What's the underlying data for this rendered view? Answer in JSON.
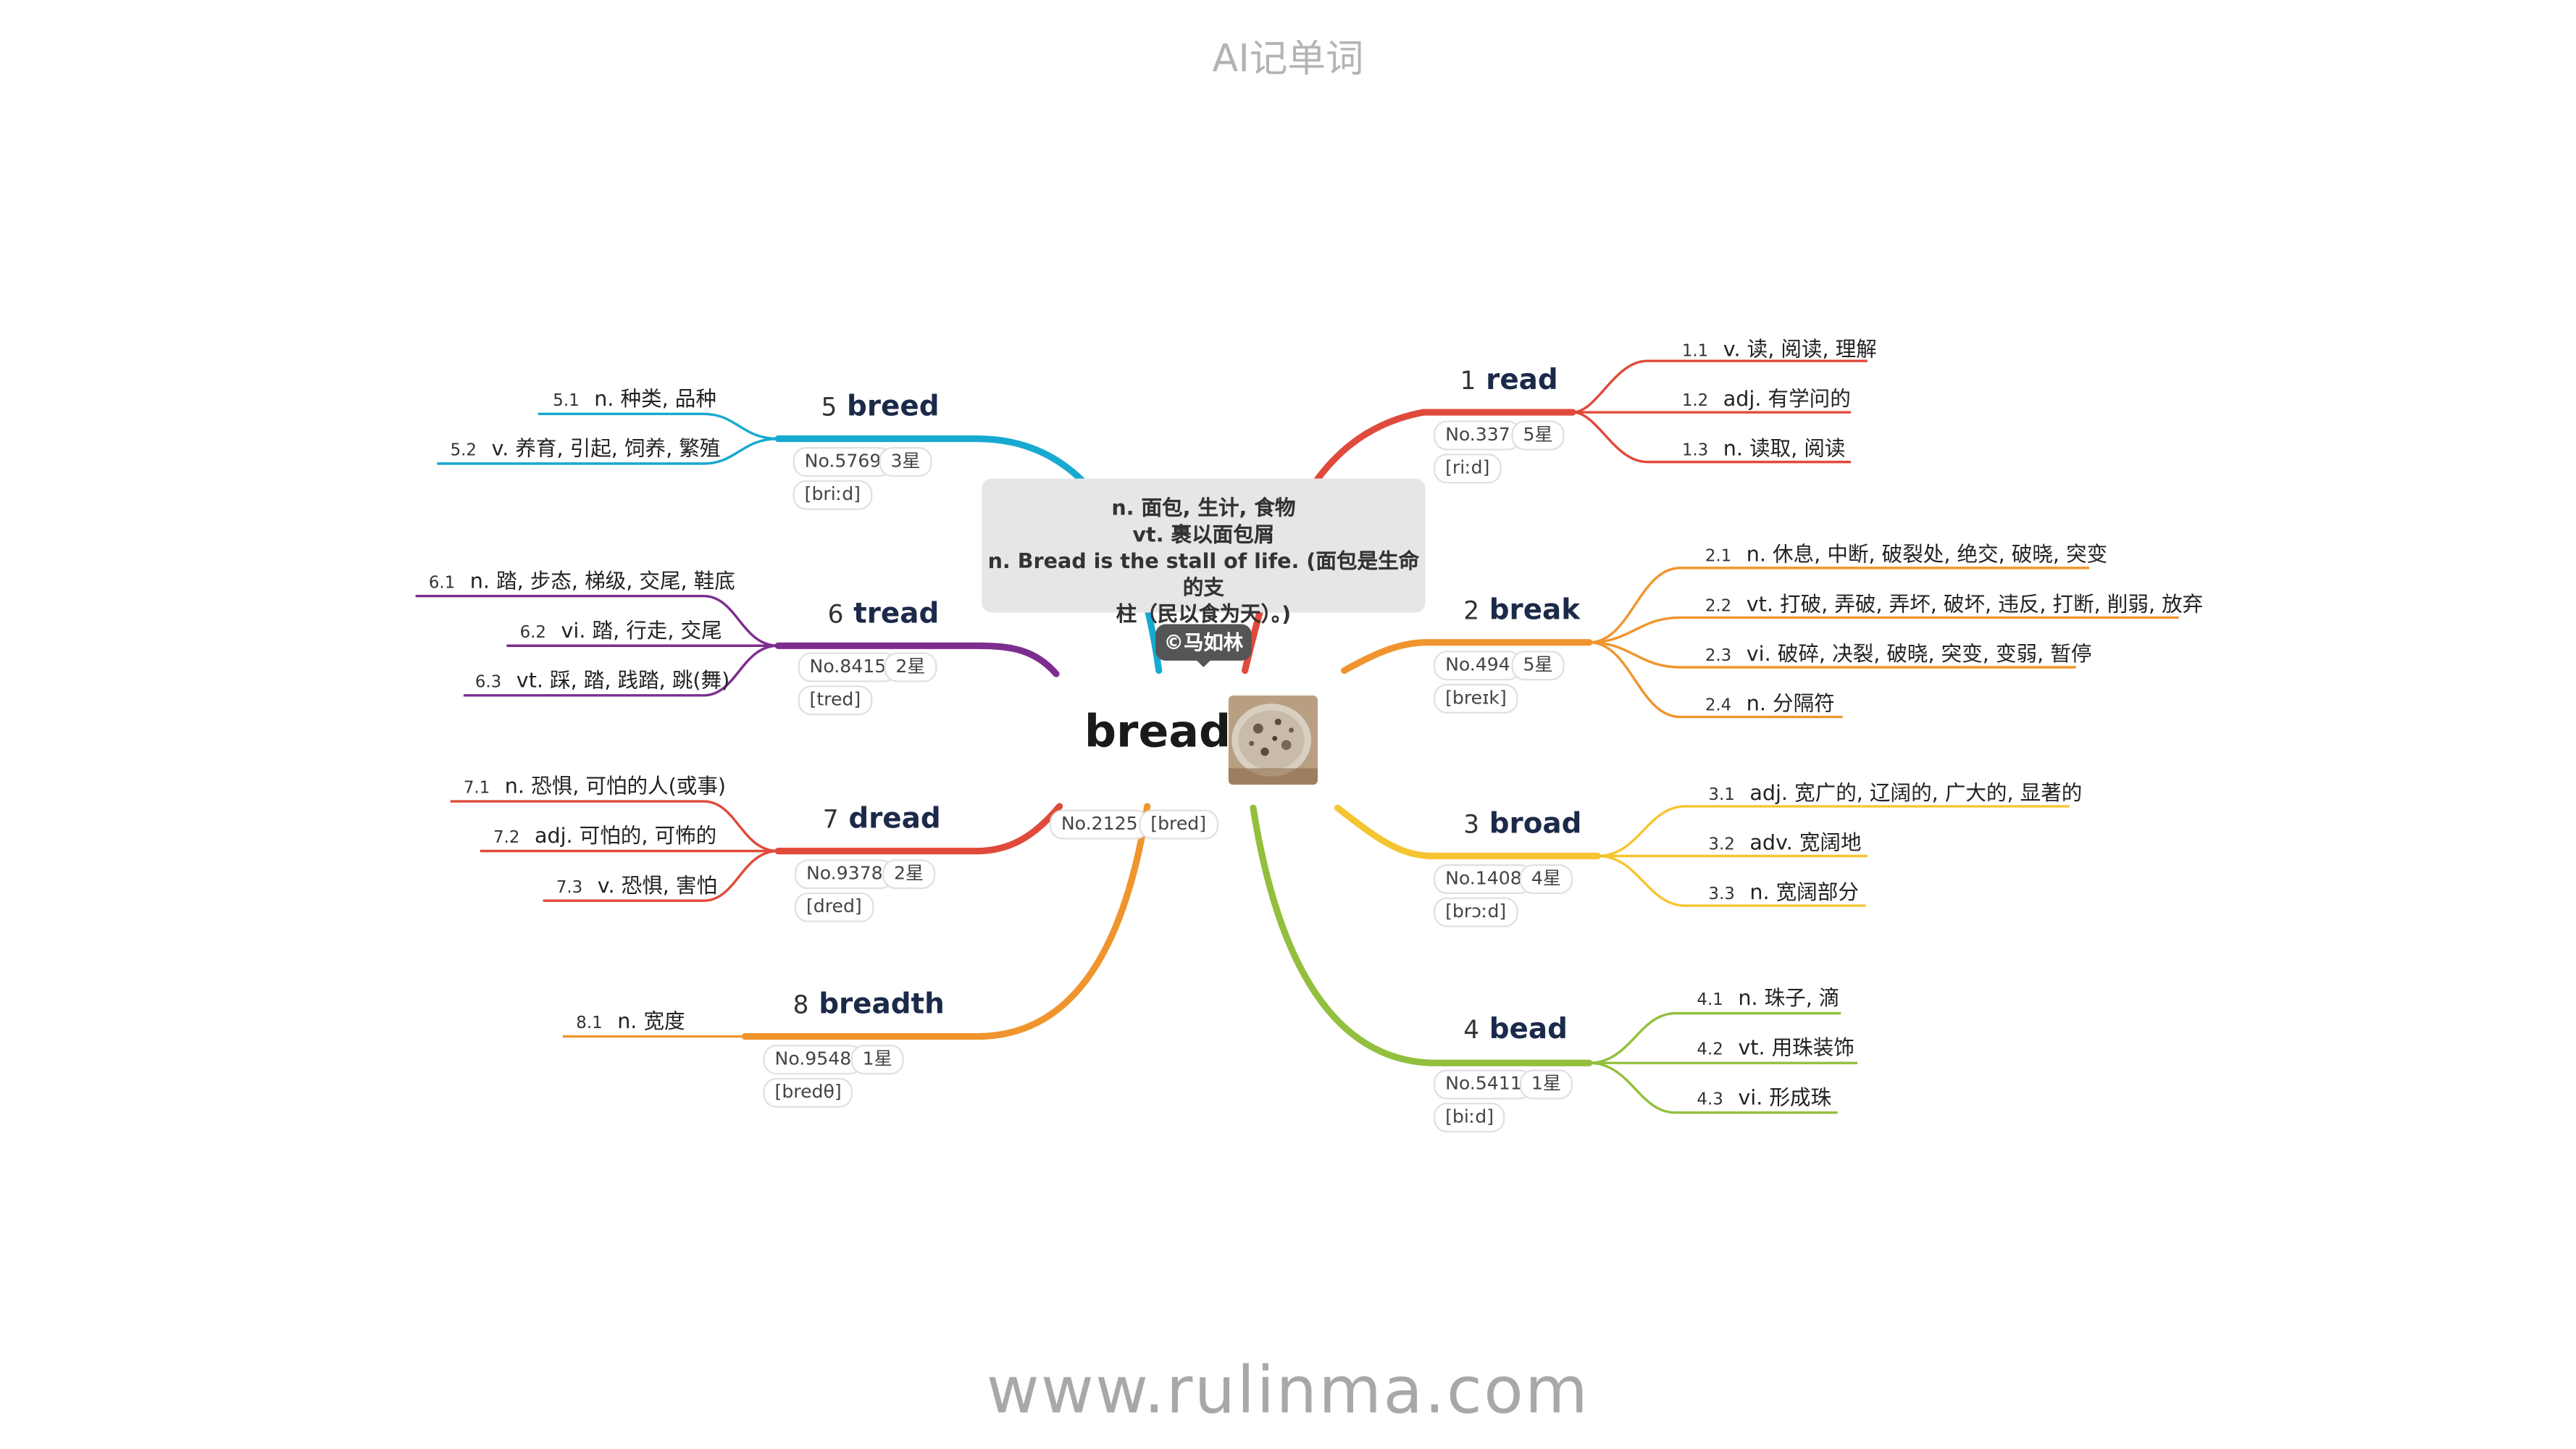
{
  "header": {
    "title": "AI记单词"
  },
  "footer": {
    "url": "www.rulinma.com"
  },
  "root": {
    "word": "bread",
    "number": "No.2125",
    "phonetic": "[bred]",
    "image_icon": "bread-photo-icon",
    "definitions": [
      "n. 面包, 生计, 食物",
      "vt. 裹以面包屑",
      "n. Bread is the stall of life. (面包是生命的支",
      "柱（民以食为天）。)"
    ],
    "author": "©马如林"
  },
  "colors": {
    "read": "#e04a3b",
    "break": "#f0952e",
    "broad": "#f5c531",
    "bead": "#93bf3e",
    "breed": "#17a9d0",
    "tread": "#7d2d8e",
    "dread": "#e04a3b",
    "breadth": "#f0952e"
  },
  "branches": [
    {
      "index": "1",
      "word": "read",
      "number": "No.337",
      "stars": "5星",
      "phonetic": "[riːd]",
      "senses": [
        {
          "n": "1.1",
          "text": "v. 读, 阅读, 理解"
        },
        {
          "n": "1.2",
          "text": "adj. 有学问的"
        },
        {
          "n": "1.3",
          "text": "n. 读取, 阅读"
        }
      ]
    },
    {
      "index": "2",
      "word": "break",
      "number": "No.494",
      "stars": "5星",
      "phonetic": "[breɪk]",
      "senses": [
        {
          "n": "2.1",
          "text": "n. 休息, 中断, 破裂处, 绝交, 破晓, 突变"
        },
        {
          "n": "2.2",
          "text": "vt. 打破, 弄破, 弄坏, 破坏, 违反, 打断, 削弱, 放弃"
        },
        {
          "n": "2.3",
          "text": "vi. 破碎, 决裂, 破晓, 突变, 变弱, 暂停"
        },
        {
          "n": "2.4",
          "text": "n. 分隔符"
        }
      ]
    },
    {
      "index": "3",
      "word": "broad",
      "number": "No.1408",
      "stars": "4星",
      "phonetic": "[brɔːd]",
      "senses": [
        {
          "n": "3.1",
          "text": "adj. 宽广的, 辽阔的, 广大的, 显著的"
        },
        {
          "n": "3.2",
          "text": "adv. 宽阔地"
        },
        {
          "n": "3.3",
          "text": "n. 宽阔部分"
        }
      ]
    },
    {
      "index": "4",
      "word": "bead",
      "number": "No.5411",
      "stars": "1星",
      "phonetic": "[biːd]",
      "senses": [
        {
          "n": "4.1",
          "text": "n. 珠子, 滴"
        },
        {
          "n": "4.2",
          "text": "vt. 用珠装饰"
        },
        {
          "n": "4.3",
          "text": "vi. 形成珠"
        }
      ]
    },
    {
      "index": "5",
      "word": "breed",
      "number": "No.5769",
      "stars": "3星",
      "phonetic": "[briːd]",
      "senses": [
        {
          "n": "5.1",
          "text": "n. 种类, 品种"
        },
        {
          "n": "5.2",
          "text": "v. 养育, 引起, 饲养, 繁殖"
        }
      ]
    },
    {
      "index": "6",
      "word": "tread",
      "number": "No.8415",
      "stars": "2星",
      "phonetic": "[tred]",
      "senses": [
        {
          "n": "6.1",
          "text": "n. 踏, 步态, 梯级, 交尾, 鞋底"
        },
        {
          "n": "6.2",
          "text": "vi. 踏, 行走, 交尾"
        },
        {
          "n": "6.3",
          "text": "vt. 踩, 踏, 践踏, 跳(舞)"
        }
      ]
    },
    {
      "index": "7",
      "word": "dread",
      "number": "No.9378",
      "stars": "2星",
      "phonetic": "[dred]",
      "senses": [
        {
          "n": "7.1",
          "text": "n. 恐惧, 可怕的人(或事)"
        },
        {
          "n": "7.2",
          "text": "adj. 可怕的, 可怖的"
        },
        {
          "n": "7.3",
          "text": "v. 恐惧, 害怕"
        }
      ]
    },
    {
      "index": "8",
      "word": "breadth",
      "number": "No.9548",
      "stars": "1星",
      "phonetic": "[bredθ]",
      "senses": [
        {
          "n": "8.1",
          "text": "n. 宽度"
        }
      ]
    }
  ]
}
